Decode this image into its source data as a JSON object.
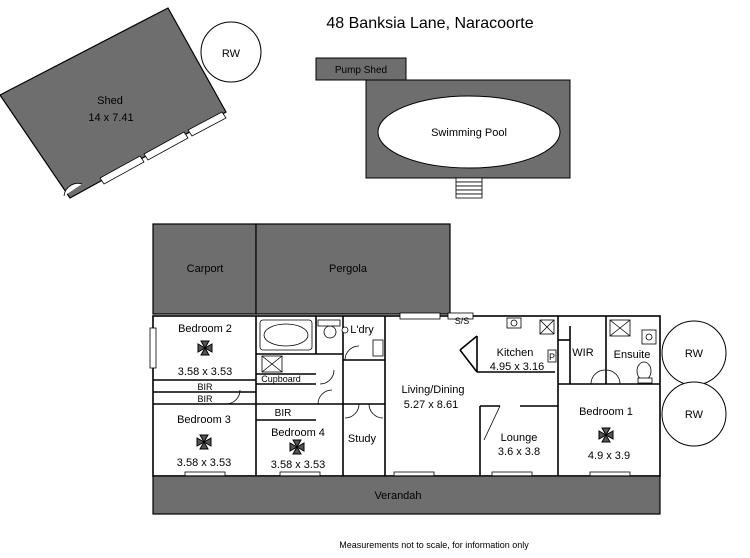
{
  "title": "48 Banksia Lane, Naracoorte",
  "footer_note": "Measurements not to scale, for information only",
  "outbuildings": {
    "shed_label": "Shed",
    "shed_size": "14 x 7.41",
    "rw_top": "RW",
    "pump_shed": "Pump Shed",
    "swimming_pool": "Swimming Pool"
  },
  "house": {
    "carport": "Carport",
    "pergola": "Pergola",
    "verandah": "Verandah",
    "bedroom2": {
      "name": "Bedroom 2",
      "size": "3.58 x 3.53"
    },
    "bedroom3": {
      "name": "Bedroom 3",
      "size": "3.58 x 3.53"
    },
    "bedroom4": {
      "name": "Bedroom 4",
      "size": "3.58 x 3.53"
    },
    "bedroom1": {
      "name": "Bedroom 1",
      "size": "4.9 x 3.9"
    },
    "living": {
      "name": "Living/Dining",
      "size": "5.27 x 8.61"
    },
    "kitchen": {
      "name": "Kitchen",
      "size": "4.95 x 3.16"
    },
    "lounge": {
      "name": "Lounge",
      "size": "3.6 x 3.8"
    },
    "study": "Study",
    "laundry": "L'dry",
    "wir": "WIR",
    "ensuite": "Ensuite",
    "cupboard": "Cupboard",
    "bir": "BIR",
    "ss": "S/S",
    "p": "P"
  },
  "rainwater": {
    "rw1": "RW",
    "rw2": "RW"
  }
}
